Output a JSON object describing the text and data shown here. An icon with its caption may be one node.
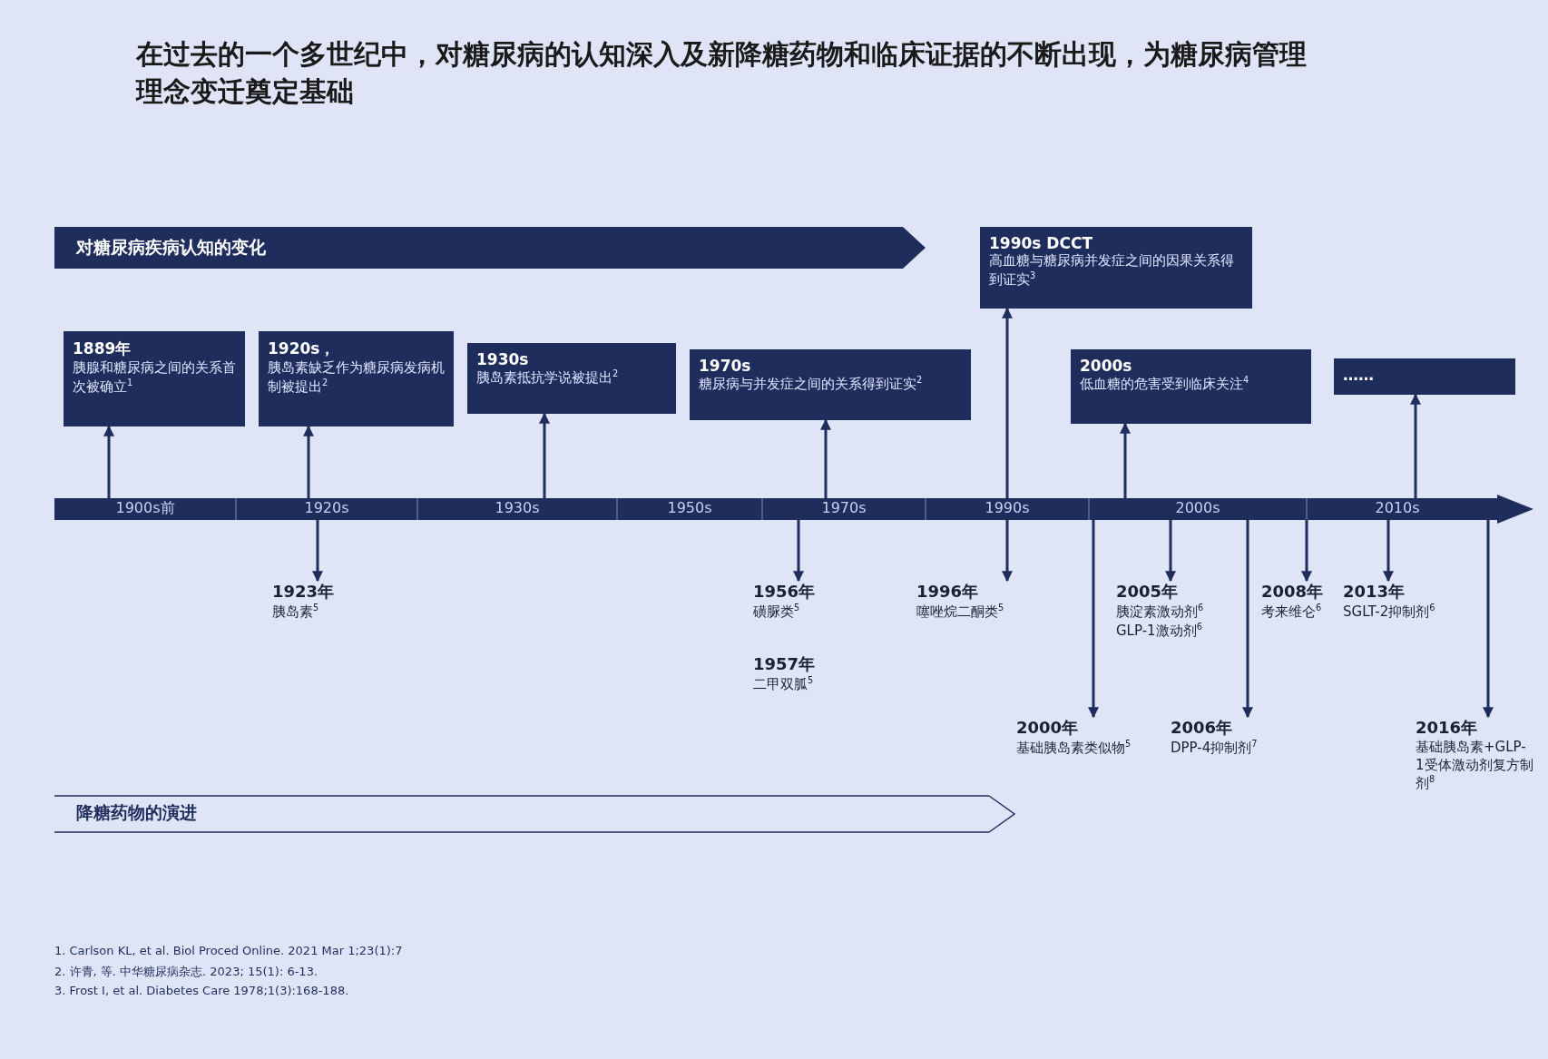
{
  "diagram": {
    "title": "在过去的一个多世纪中，对糖尿病的认知深入及新降糖药物和临床证据的不断出现，为糖尿病管理理念变迁奠定基础",
    "nodes": [
      {
        "text": [
          "对糖尿病疾病认知的变化"
        ]
      },
      {
        "text": [
          "1889年",
          "胰腺和糖尿病之间的关系首次被确立$^{1}$"
        ]
      },
      {
        "text": [
          "1920s，",
          "胰岛素缺乏作为糖尿病发病机制被提出$^{2}$"
        ]
      },
      {
        "text": [
          "1930s",
          "胰岛素抵抗学说被提出$^{2}$"
        ]
      },
      {
        "text": [
          "1970s",
          "糖尿病与并发症之间的关系得到证实$^{2}$"
        ]
      },
      {
        "text": [
          "1990s DCCT",
          "高血糖与糖尿病并发症之间的因果关系得到证实$^{3}$"
        ]
      },
      {
        "text": [
          "2000s",
          "低血糖的危害受到临床关注$^{4}$"
        ]
      },
      {
        "text": [
          "……"
        ]
      },
      {
        "text": [
          "1900s前",
          "1920s",
          "1930s",
          "1950s",
          "1970s",
          "1990s",
          "2000s",
          "2010s"
        ]
      },
      {
        "text": [
          "1923年",
          "胰岛素$^{5}$"
        ]
      },
      {
        "text": [
          "1956年",
          "磺脲类$^{5}$"
        ]
      },
      {
        "text": [
          "1957年",
          "二甲双胍$^{5}$"
        ]
      },
      {
        "text": [
          "1996年",
          "噻唑烷二酮类$^{5}$"
        ]
      },
      {
        "text": [
          "2000年",
          "基础胰岛素类似物$^{5}$"
        ]
      },
      {
        "text": [
          "2005年",
          "胰淀素激动剂$^{6}$",
          "GLP-1激动剂$^{6}$"
        ]
      },
      {
        "text": [
          "2006年",
          "DPP-4抑制剂$^{7}$"
        ]
      },
      {
        "text": [
          "2008年",
          "考来维仑$^{6}$"
        ]
      },
      {
        "text": [
          "2013年",
          "SGLT-2抑制剂$^{6}$"
        ]
      },
      {
        "text": [
          "2016年",
          "基础胰岛素+GLP-1受体激动剂复方制剂$^{8}$"
        ]
      },
      {
        "text": [
          "降糖药物的演进"
        ]
      }
    ],
    "edges": [
      {
        "from": 8,
        "to": 1,
        "arrow": "to"
      },
      {
        "from": 8,
        "to": 2,
        "arrow": "to"
      },
      {
        "from": 8,
        "to": 3,
        "arrow": "to"
      },
      {
        "from": 8,
        "to": 4,
        "arrow": "to"
      },
      {
        "from": 8,
        "to": 5,
        "arrow": "to"
      },
      {
        "from": 8,
        "to": 6,
        "arrow": "to"
      },
      {
        "from": 8,
        "to": 7,
        "arrow": "to"
      },
      {
        "from": 8,
        "to": 9,
        "arrow": "to"
      },
      {
        "from": 8,
        "to": 10,
        "arrow": "to"
      },
      {
        "from": 8,
        "to": 12,
        "arrow": "to"
      },
      {
        "from": 8,
        "to": 13,
        "arrow": "to"
      },
      {
        "from": 8,
        "to": 14,
        "arrow": "to"
      },
      {
        "from": 8,
        "to": 15,
        "arrow": "to"
      },
      {
        "from": 8,
        "to": 16,
        "arrow": "to"
      },
      {
        "from": 8,
        "to": 17,
        "arrow": "to"
      },
      {
        "from": 8,
        "to": 18,
        "arrow": "to"
      }
    ],
    "labels": [
      "1. Carlson KL, et al. Biol Proced Online. 2021 Mar 1;23(1):7",
      "2. 许青, 等. 中华糖尿病杂志. 2023; 15(1): 6-13.",
      "3. Frost I, et al. Diabetes Care 1978;1(3):168-188."
    ]
  }
}
